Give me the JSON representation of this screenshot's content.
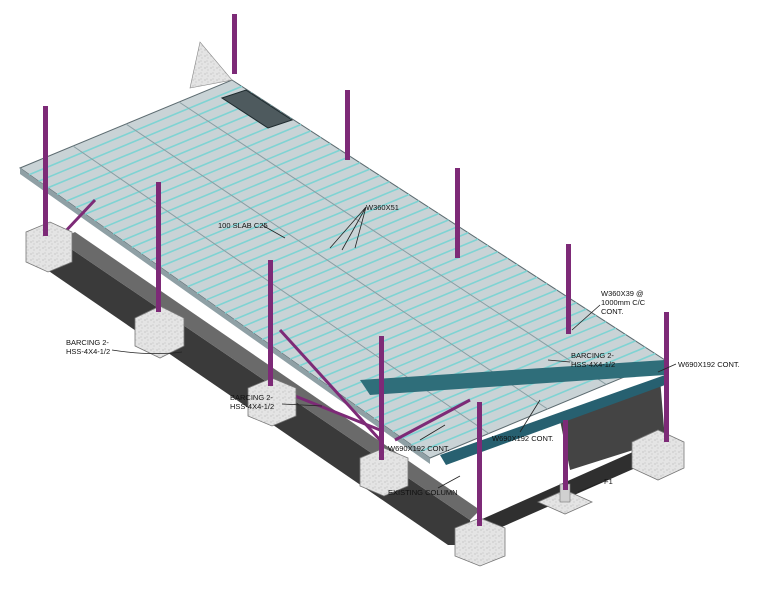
{
  "annotations": {
    "slab": "100 SLAB C25",
    "w360x51": "W360X51",
    "joist_line1": "W360X39 @",
    "joist_line2": "1000mm C/C",
    "joist_line3": "CONT.",
    "bracing_left_line1": "BARCING 2-",
    "bracing_left_line2": "HSS-4X4-1/2",
    "bracing_mid_line1": "BARCING 2-",
    "bracing_mid_line2": "HSS-4X4-1/2",
    "bracing_right_line1": "BARCING 2-",
    "bracing_right_line2": "HSS-4X4-1/2",
    "girder_right": "W690X192 CONT.",
    "girder_front_left": "W690X192 CONT.",
    "girder_front_mid": "W690X192 CONT.",
    "existing_column": "EXISTING COLUMN",
    "footing": "F1"
  },
  "colors": {
    "deck": "#c9d3d6",
    "joist": "#7fd3d3",
    "column": "#7d2a77",
    "concrete": "#e2e2e2",
    "wall": "#3a3a3a",
    "girder": "#2f6e7a"
  }
}
